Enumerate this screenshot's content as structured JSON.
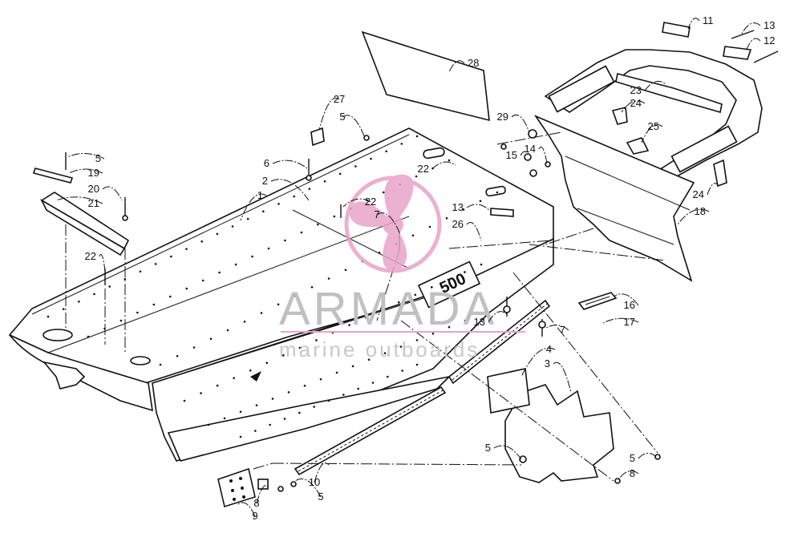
{
  "watermark": {
    "title": "ARMADA",
    "subtitle": "marine outboards",
    "logo_color": "#e9a3c9"
  },
  "callouts": [
    {
      "id": "c-11",
      "label": "11"
    },
    {
      "id": "c-13a",
      "label": "13"
    },
    {
      "id": "c-12",
      "label": "12"
    },
    {
      "id": "c-28",
      "label": "28"
    },
    {
      "id": "c-23",
      "label": "23"
    },
    {
      "id": "c-24a",
      "label": "24"
    },
    {
      "id": "c-27",
      "label": "27"
    },
    {
      "id": "c-29",
      "label": "29"
    },
    {
      "id": "c-25",
      "label": "25"
    },
    {
      "id": "c-5a",
      "label": "5"
    },
    {
      "id": "c-15",
      "label": "15"
    },
    {
      "id": "c-14",
      "label": "14"
    },
    {
      "id": "c-5b",
      "label": "5"
    },
    {
      "id": "c-19",
      "label": "19"
    },
    {
      "id": "c-6",
      "label": "6"
    },
    {
      "id": "c-22a",
      "label": "22"
    },
    {
      "id": "c-20",
      "label": "20"
    },
    {
      "id": "c-2",
      "label": "2"
    },
    {
      "id": "c-21",
      "label": "21"
    },
    {
      "id": "c-1",
      "label": "1"
    },
    {
      "id": "c-22b",
      "label": "22"
    },
    {
      "id": "c-13b",
      "label": "13"
    },
    {
      "id": "c-24b",
      "label": "24"
    },
    {
      "id": "c-18",
      "label": "18"
    },
    {
      "id": "c-7a",
      "label": "7"
    },
    {
      "id": "c-26",
      "label": "26"
    },
    {
      "id": "c-22c",
      "label": "22"
    },
    {
      "id": "c-16",
      "label": "16"
    },
    {
      "id": "c-13c",
      "label": "13"
    },
    {
      "id": "c-17",
      "label": "17"
    },
    {
      "id": "c-7b",
      "label": "7"
    },
    {
      "id": "c-4",
      "label": "4"
    },
    {
      "id": "c-3",
      "label": "3"
    },
    {
      "id": "c-5c",
      "label": "5"
    },
    {
      "id": "c-5d",
      "label": "5"
    },
    {
      "id": "c-8a",
      "label": "8"
    },
    {
      "id": "c-10",
      "label": "10"
    },
    {
      "id": "c-5e",
      "label": "5"
    },
    {
      "id": "c-8b",
      "label": "8"
    },
    {
      "id": "c-9",
      "label": "9"
    }
  ],
  "badge_text": "500"
}
